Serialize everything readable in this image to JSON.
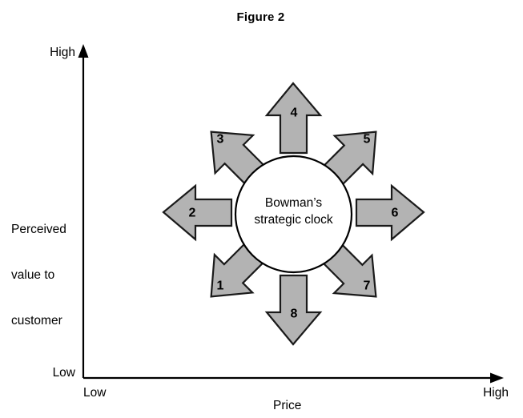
{
  "figure": {
    "title": "Figure 2",
    "hub": {
      "line1": "Bowman’s",
      "line2": "strategic clock"
    },
    "axes": {
      "y_axis_label": "Perceived value to customer",
      "y_axis_label_line1": "Perceived",
      "y_axis_label_line2": "value to",
      "y_axis_label_line3": "customer",
      "y_high": "High",
      "y_low": "Low",
      "x_axis_label": "Price",
      "x_high": "High",
      "x_low": "Low"
    },
    "colors": {
      "arrow_fill": "#b3b3b3",
      "arrow_stroke": "#1a1a1a",
      "axis": "#000000",
      "background": "#ffffff",
      "hub_fill": "#ffffff"
    }
  },
  "chart_data": {
    "type": "diagram",
    "title": "Figure 2",
    "xlabel": "Price",
    "ylabel": "Perceived value to customer",
    "xticklabels": [
      "Low",
      "High"
    ],
    "yticklabels": [
      "Low",
      "High"
    ],
    "grid": false,
    "legend": null,
    "center_label": "Bowman’s strategic clock",
    "arrows": [
      {
        "id": "1",
        "label": "1",
        "direction": "down-left",
        "angle_deg": 225
      },
      {
        "id": "2",
        "label": "2",
        "direction": "left",
        "angle_deg": 180
      },
      {
        "id": "3",
        "label": "3",
        "direction": "up-left",
        "angle_deg": 135
      },
      {
        "id": "4",
        "label": "4",
        "direction": "up",
        "angle_deg": 90
      },
      {
        "id": "5",
        "label": "5",
        "direction": "up-right",
        "angle_deg": 45
      },
      {
        "id": "6",
        "label": "6",
        "direction": "right",
        "angle_deg": 0
      },
      {
        "id": "7",
        "label": "7",
        "direction": "down-right",
        "angle_deg": 315
      },
      {
        "id": "8",
        "label": "8",
        "direction": "down",
        "angle_deg": 270
      }
    ]
  }
}
